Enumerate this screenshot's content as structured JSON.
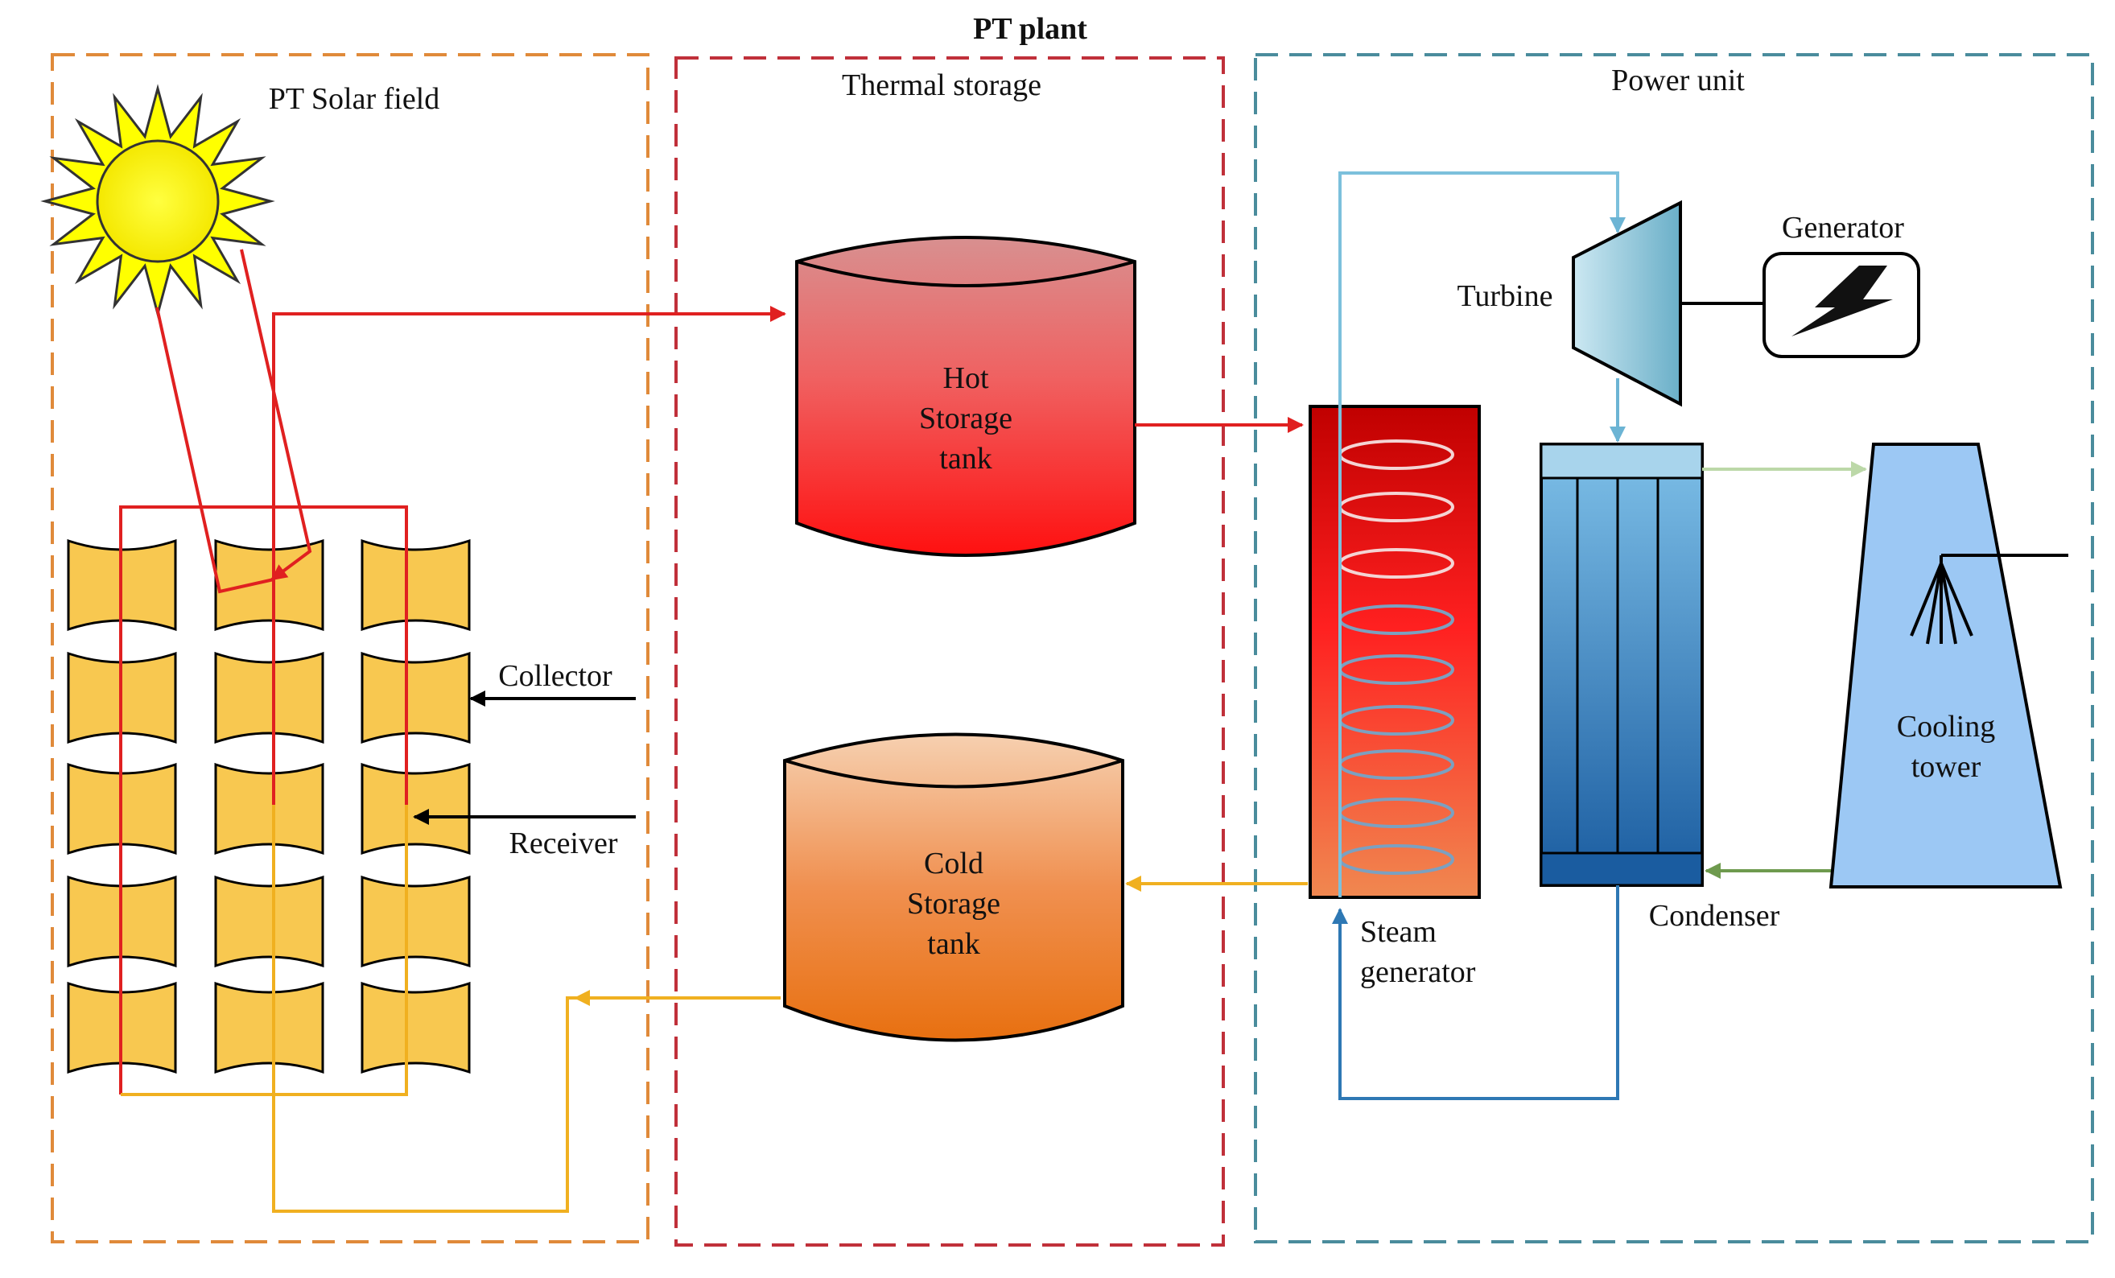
{
  "title": "PT plant",
  "sections": {
    "solar_field": "PT Solar field",
    "thermal_storage": "Thermal storage",
    "power_unit": "Power unit"
  },
  "hot_tank": {
    "line1": "Hot",
    "line2": "Storage",
    "line3": "tank"
  },
  "cold_tank": {
    "line1": "Cold",
    "line2": "Storage",
    "line3": "tank"
  },
  "labels": {
    "collector": "Collector",
    "receiver": "Receiver",
    "turbine": "Turbine",
    "generator": "Generator",
    "condenser": "Condenser",
    "steam_generator_line1": "Steam",
    "steam_generator_line2": "generator",
    "cooling_tower_line1": "Cooling",
    "cooling_tower_line2": "tower"
  },
  "colors": {
    "solar_field_border": "#E08A3A",
    "thermal_storage_border": "#C0303A",
    "power_unit_border": "#4A8C9C",
    "hot_loop": "#E02020",
    "cold_loop": "#F0B020",
    "steam_line": "#7CC0DC",
    "water_line": "#2E78B4",
    "collector_fill": "#F8C850",
    "sun": "#FFFF00",
    "cooling_tower": "#9CC8F4",
    "tower_to_condenser": "#6E9A4E",
    "condenser_to_tower": "#BCD8A8"
  },
  "icons": [
    "sun-icon",
    "lightning-icon"
  ]
}
